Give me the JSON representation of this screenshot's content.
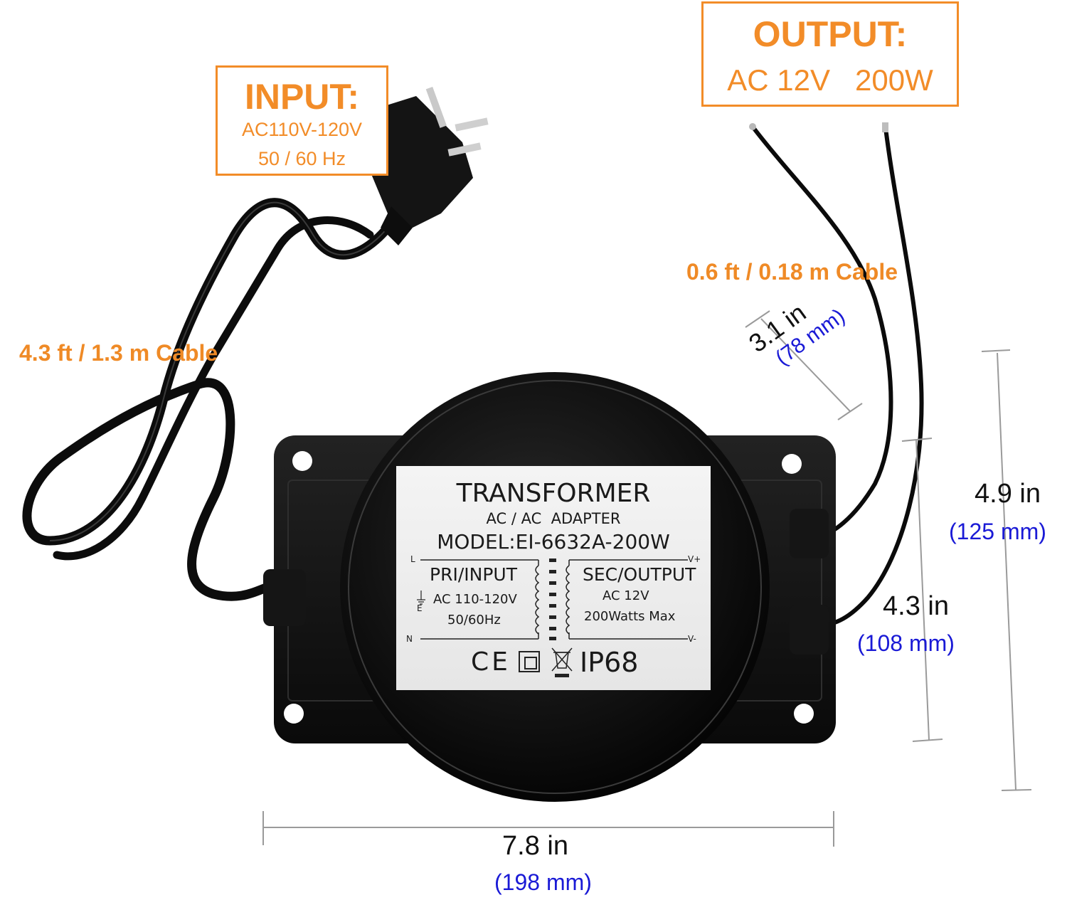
{
  "input_callout": {
    "title": "INPUT:",
    "line1": "AC110V-120V",
    "line2": "50 / 60 Hz"
  },
  "output_callout": {
    "title": "OUTPUT:",
    "line1": "AC 12V   200W"
  },
  "cables": {
    "input_cable": "4.3 ft / 1.3 m Cable",
    "output_cable": "0.6 ft / 0.18 m Cable"
  },
  "dimensions": {
    "diameter": {
      "in": "3.1 in",
      "mm": "(78 mm)"
    },
    "height_outer": {
      "in": "4.9 in",
      "mm": "(125 mm)"
    },
    "height_inner": {
      "in": "4.3 in",
      "mm": "(108 mm)"
    },
    "width": {
      "in": "7.8 in",
      "mm": "(198 mm)"
    }
  },
  "label": {
    "title": "TRANSFORMER",
    "subtitle": "AC / AC  ADAPTER",
    "model": "MODEL:EI-6632A-200W",
    "terminal_l": "L",
    "terminal_n": "N",
    "terminal_e": "E",
    "terminal_vplus": "V+",
    "terminal_vminus": "V-",
    "primary": {
      "heading": "PRI/INPUT",
      "voltage": "AC 110-120V",
      "frequency": "50/60Hz"
    },
    "secondary": {
      "heading": "SEC/OUTPUT",
      "voltage": "AC 12V",
      "power": "200Watts Max"
    },
    "certifications": {
      "ce": "CE",
      "rating": "IP68"
    }
  },
  "colors": {
    "accent_orange": "#f28c28",
    "dimension_blue": "#1a1ad6",
    "dimension_line": "#9a9a9a",
    "housing": "#111111"
  }
}
